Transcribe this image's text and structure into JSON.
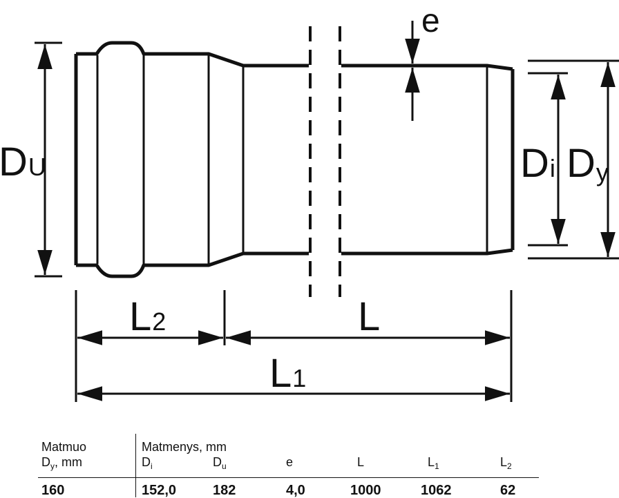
{
  "diagram": {
    "labels": {
      "du_main": "D",
      "du_sub": "U",
      "di_main": "D",
      "di_sub": "i",
      "dy_main": "D",
      "dy_sub": "y",
      "e": "e",
      "l": "L",
      "l1_main": "L",
      "l1_sub": "1",
      "l2_main": "L",
      "l2_sub": "2"
    }
  },
  "table": {
    "header1": {
      "line1": "Matmuo",
      "line2_main": "D",
      "line2_sub": "y",
      "line2_rest": ", mm"
    },
    "header2": "Matmenys, mm",
    "columns": [
      {
        "main": "D",
        "sub": "i"
      },
      {
        "main": "D",
        "sub": "u"
      },
      {
        "main": "e",
        "sub": ""
      },
      {
        "main": "L",
        "sub": ""
      },
      {
        "main": "L",
        "sub": "1"
      },
      {
        "main": "L",
        "sub": "2"
      }
    ],
    "row": {
      "dy": "160",
      "values": [
        "152,0",
        "182",
        "4,0",
        "1000",
        "1062",
        "62"
      ]
    }
  }
}
